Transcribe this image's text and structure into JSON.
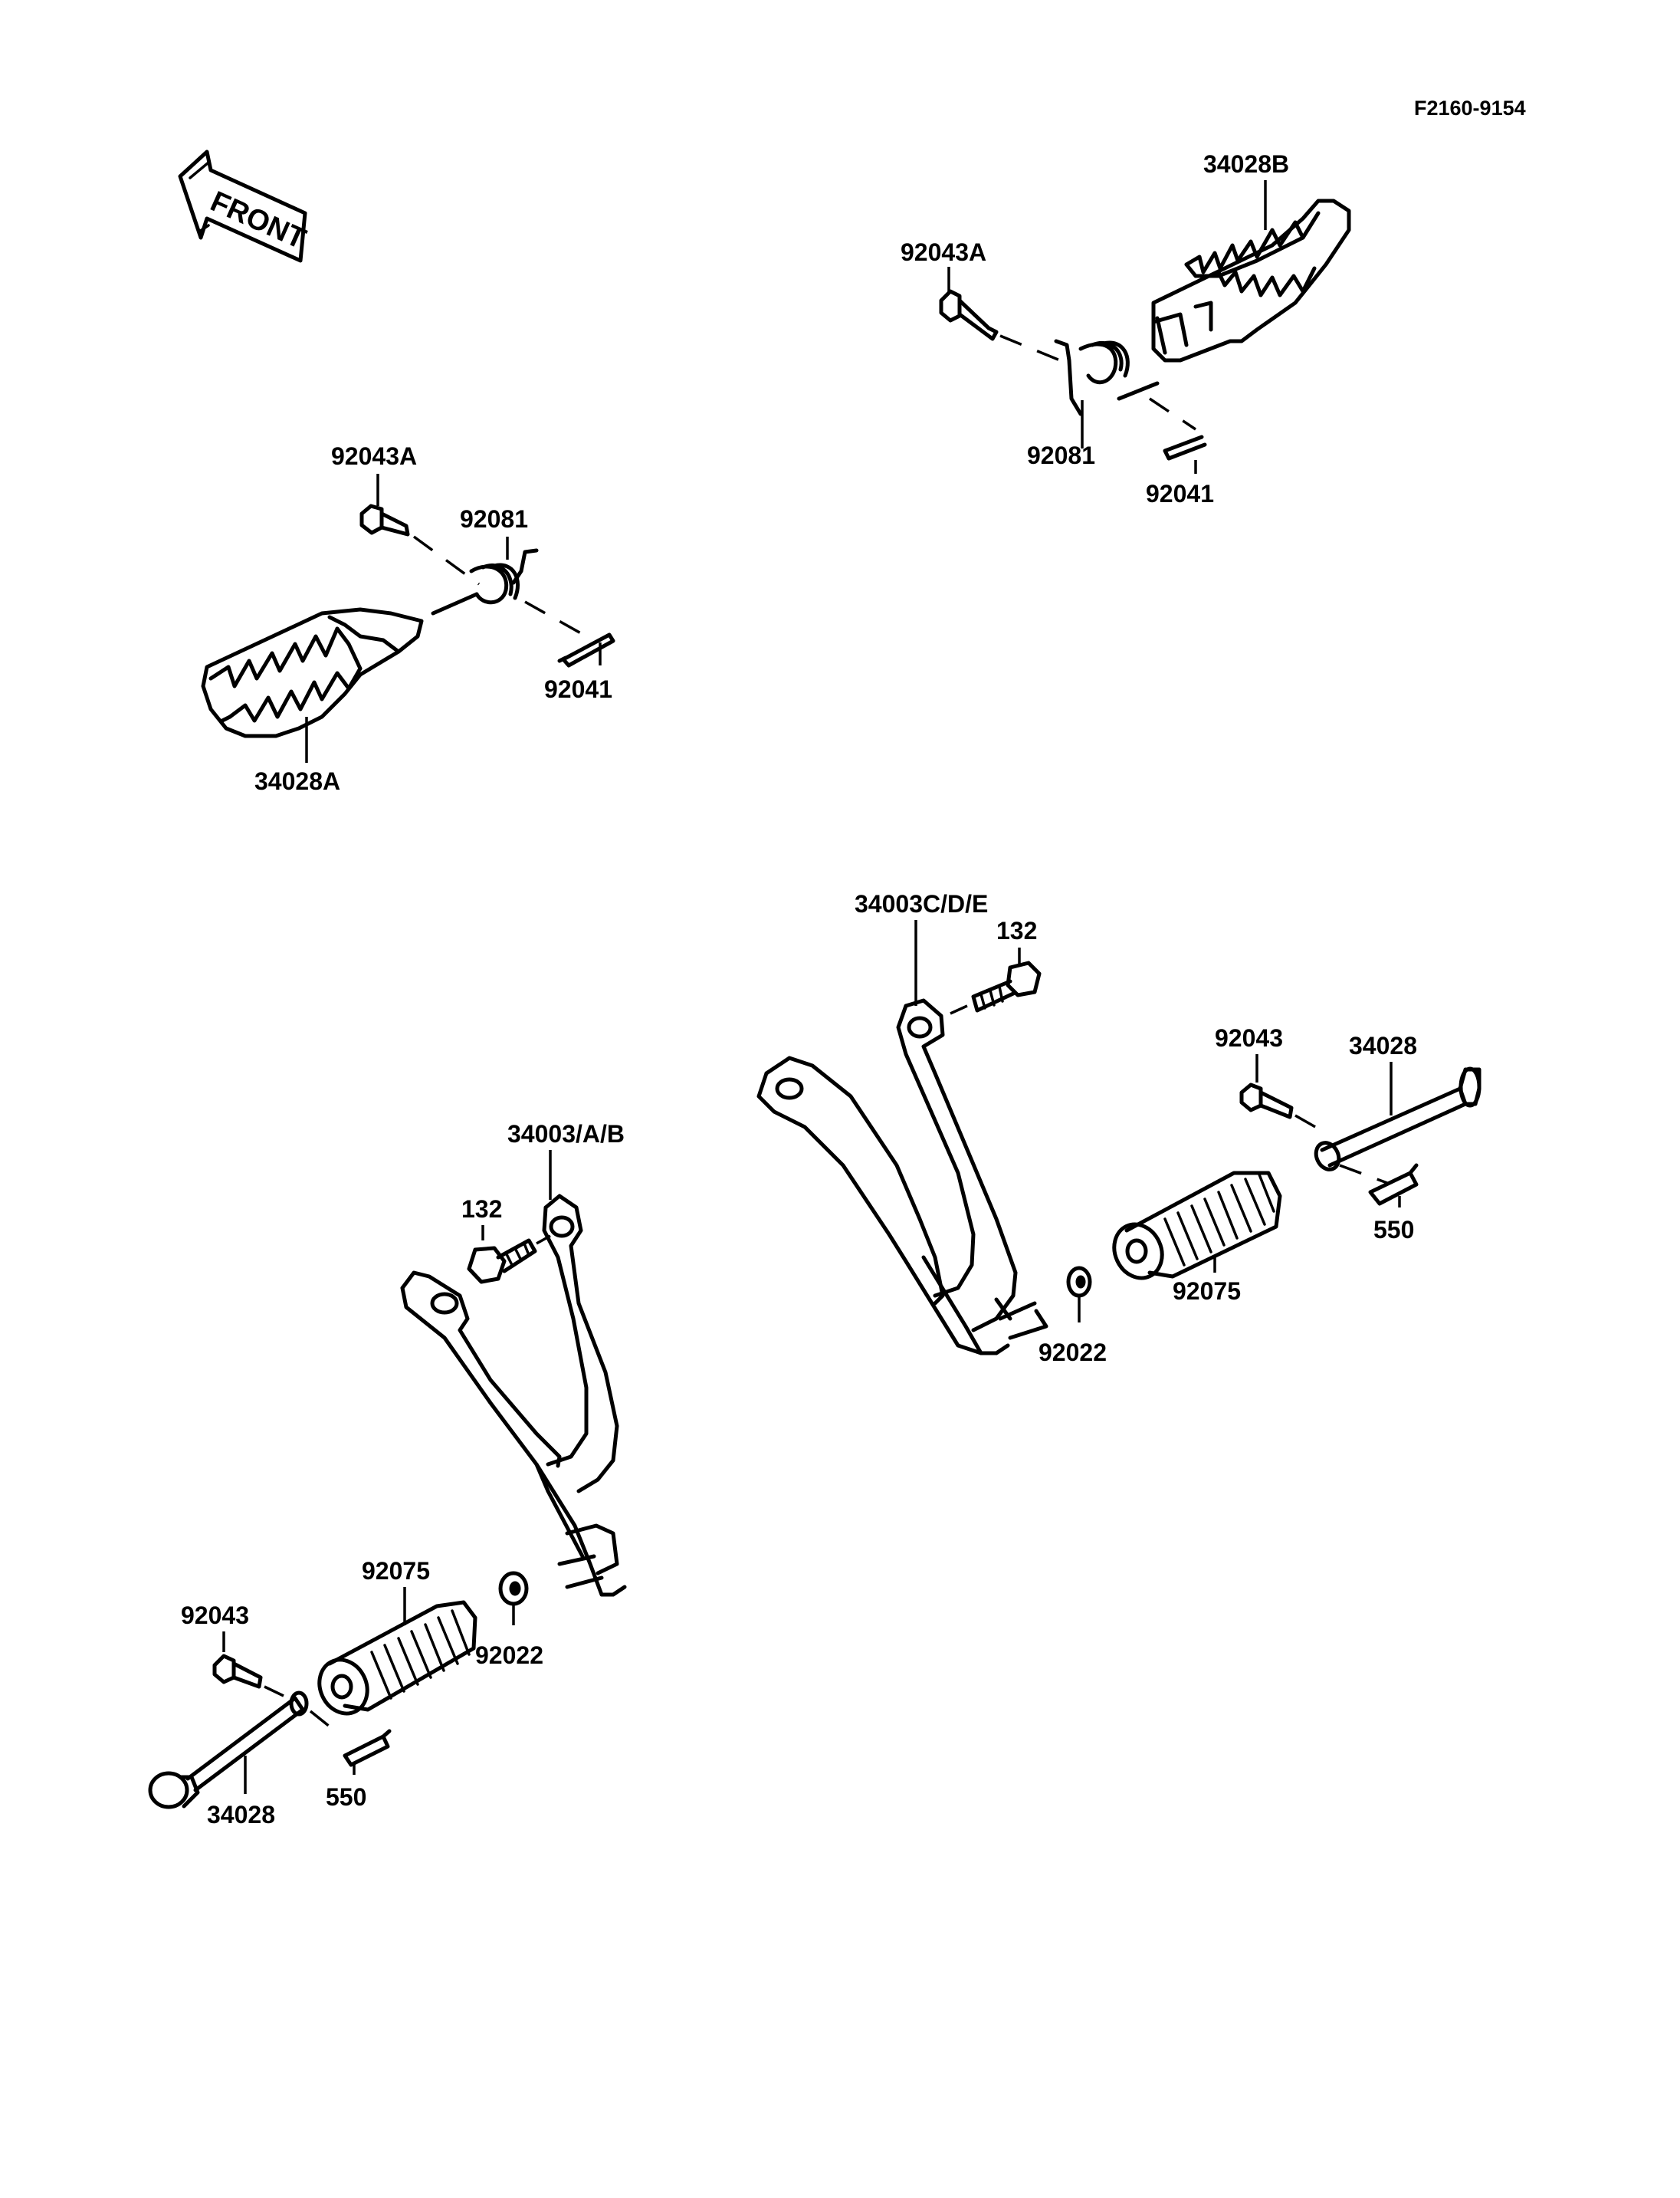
{
  "diagram_code": "F2160-9154",
  "front_arrow": {
    "label": "FRONT",
    "icon": "front-direction-arrow-icon"
  },
  "labels": {
    "top_right_footpeg": "34028B",
    "top_right_bolt": "92043A",
    "top_right_spring": "92081",
    "top_right_pin": "92041",
    "top_left_bolt": "92043A",
    "top_left_spring": "92081",
    "top_left_pin": "92041",
    "top_left_footpeg": "34028A",
    "right_bracket": "34003C/D/E",
    "right_bracket_bolt": "132",
    "right_pin_bolt": "92043",
    "right_shaft": "34028",
    "right_cotter": "550",
    "right_rubber": "92075",
    "right_washer": "92022",
    "left_bracket": "34003/A/B",
    "left_bracket_bolt": "132",
    "left_rubber": "92075",
    "left_washer": "92022",
    "left_pin_bolt": "92043",
    "left_shaft": "34028",
    "left_cotter": "550"
  }
}
